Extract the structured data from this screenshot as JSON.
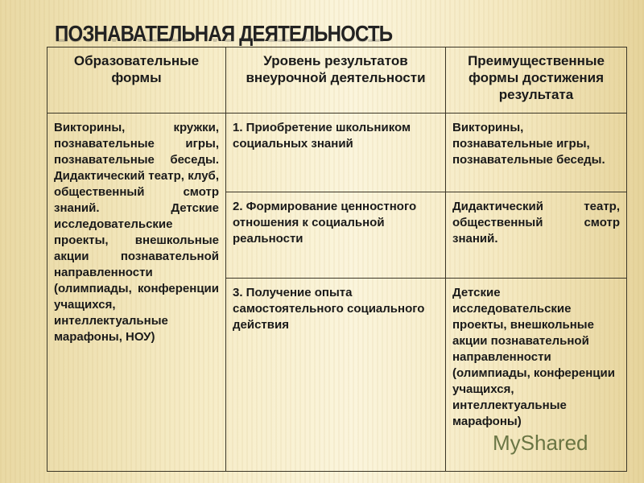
{
  "title": "ПОЗНАВАТЕЛЬНАЯ ДЕЯТЕЛЬНОСТЬ",
  "table": {
    "headers": [
      "Образовательные формы",
      "Уровень результатов внеурочной деятельности",
      "Преимущественные формы достижения результата"
    ],
    "forms": "Викторины, кружки, познавательные игры, познавательные беседы. Дидактический театр, клуб, общественный смотр знаний. Детские исследовательские проекты, внешкольные акции познавательной направленности (олимпиады, конференции учащихся, интеллектуальные марафоны, НОУ)",
    "rows": [
      {
        "level": "1. Приобретение школьником социальных знаний",
        "result": "Викторины, познавательные игры, познавательные беседы."
      },
      {
        "level": "2. Формирование ценностного отношения к социальной реальности",
        "result": "Дидактический театр, общественный смотр знаний."
      },
      {
        "level": "3. Получение опыта самостоятельного социального действия",
        "result": "Детские исследовательские проекты, внешкольные акции познавательной направленности (олимпиады, конференции учащихся, интеллектуальные марафоны)"
      }
    ]
  },
  "watermark": "MyShared"
}
